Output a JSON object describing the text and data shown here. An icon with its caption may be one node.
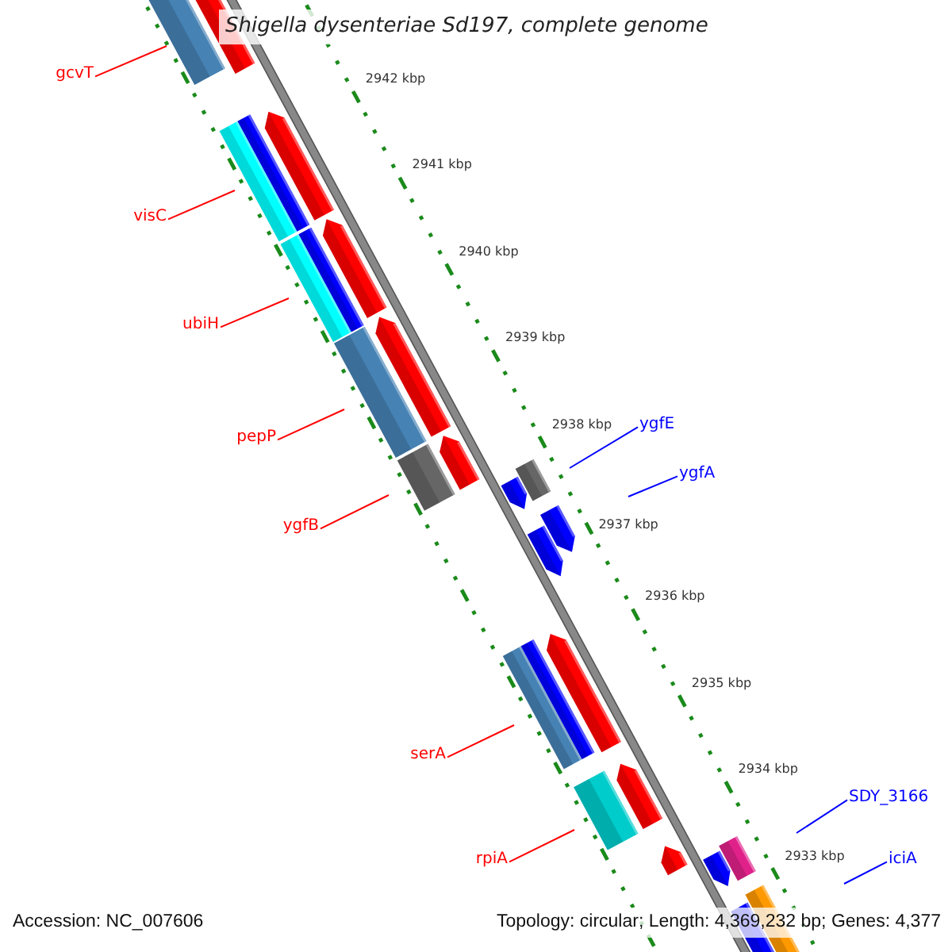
{
  "diagram": {
    "title": "Shigella dysenteriae Sd197, complete genome",
    "nodes": [
      {
        "text": [
          "gcvT"
        ]
      },
      {
        "text": [
          "visC"
        ]
      },
      {
        "text": [
          "ubiH"
        ]
      },
      {
        "text": [
          "ygfE"
        ]
      },
      {
        "text": [
          "pepP"
        ]
      },
      {
        "text": [
          "ygfA"
        ]
      },
      {
        "text": [
          "ygfB"
        ]
      },
      {
        "text": [
          "serA"
        ]
      },
      {
        "text": [
          "SDY_3166"
        ]
      },
      {
        "text": [
          "rpiA"
        ]
      },
      {
        "text": [
          "iciA"
        ]
      }
    ],
    "edges": [
      {
        "from": 0,
        "to": null,
        "arrow": "none"
      },
      {
        "from": 1,
        "to": null,
        "arrow": "none"
      },
      {
        "from": 2,
        "to": null,
        "arrow": "none"
      },
      {
        "from": 3,
        "to": null,
        "arrow": "none",
        "color": "#0000ff"
      },
      {
        "from": 4,
        "to": null,
        "arrow": "none"
      },
      {
        "from": 5,
        "to": null,
        "arrow": "none",
        "color": "#0000ff"
      },
      {
        "from": 6,
        "to": null,
        "arrow": "none"
      },
      {
        "from": 7,
        "to": null,
        "arrow": "none"
      },
      {
        "from": 8,
        "to": null,
        "arrow": "none",
        "color": "#0000ff"
      },
      {
        "from": 9,
        "to": null,
        "arrow": "none"
      },
      {
        "from": 10,
        "to": null,
        "arrow": "none",
        "color": "#0000ff"
      }
    ],
    "labels": [
      "2942 kbp",
      "2941 kbp",
      "2940 kbp",
      "2939 kbp",
      "2938 kbp",
      "2937 kbp",
      "2936 kbp",
      "2935 kbp",
      "2934 kbp",
      "2933 kbp",
      "Accession: NC_007606",
      "Topology: circular; Length: 4,369,232 bp; Genes: 4,377"
    ]
  }
}
